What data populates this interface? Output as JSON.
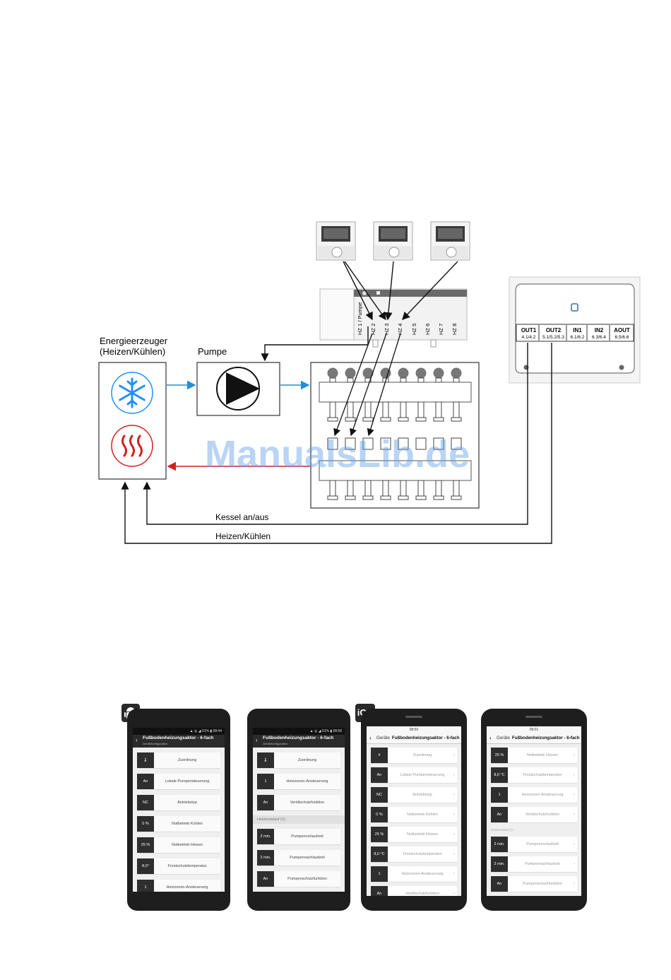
{
  "diagram": {
    "generator_label_line1": "Energieerzeuger",
    "generator_label_line2": "(Heizen/Kühlen)",
    "pump_label": "Pumpe",
    "actuator_channels": [
      "HZ 1 / Pumpe",
      "HZ 2",
      "HZ 3",
      "HZ 4",
      "HZ 5",
      "HZ 6",
      "HZ 7",
      "HZ 8"
    ],
    "ioboard_terminals": [
      {
        "name": "OUT1",
        "pins": "4.1/4.2"
      },
      {
        "name": "OUT2",
        "pins": "5.1/5.2/5.3"
      },
      {
        "name": "IN1",
        "pins": "6.1/6.2"
      },
      {
        "name": "IN2",
        "pins": "6.3/6.4"
      },
      {
        "name": "AOUT",
        "pins": "6.5/6.6"
      }
    ],
    "line_boiler": "Kessel an/aus",
    "line_mode": "Heizen/Kühlen",
    "watermark": "ManualsLib.de",
    "colors": {
      "flow": "#1f8fd8",
      "return": "#d42020",
      "ice": "#1e90ff",
      "heat": "#d42020"
    }
  },
  "badges": {
    "android": "android-icon",
    "ios": "iOS"
  },
  "phones": [
    {
      "os": "android",
      "status": "▲ ◎ ◢ 91% ▮ 08:44",
      "title": "Fußbodenheizungsaktor - 6-fach",
      "subtitle": "Gerätekonfiguration",
      "rows": [
        {
          "value": "🌡",
          "label": "Zuordnung"
        },
        {
          "value": "An",
          "label": "Lokale Pumpensteuerung"
        },
        {
          "value": "NC",
          "label": "Antriebstyp"
        },
        {
          "value": "0 %",
          "label": "Notbetrieb Kühlen"
        },
        {
          "value": "25 %",
          "label": "Notbetrieb Heizen"
        },
        {
          "value": "8,0°",
          "label": "Frostschutztemperatur"
        },
        {
          "value": "1",
          "label": "Heizzonen-Ansteuerung"
        }
      ]
    },
    {
      "os": "android",
      "status": "▲ ◎ ◢ 91% ▮ 08:58",
      "title": "Fußbodenheizungsaktor - 6-fach",
      "subtitle": "Gerätekonfiguration",
      "rows": [
        {
          "value": "🌡",
          "label": "Zuordnung"
        },
        {
          "value": "1",
          "label": "Heizzonen-Ansteuerung"
        },
        {
          "value": "An",
          "label": "Ventilschutzfunktion"
        },
        {
          "section": "Heizkreislauf (1)"
        },
        {
          "value": "2 min.",
          "label": "Pumpenvorlaufzeit"
        },
        {
          "value": "2 min.",
          "label": "Pumpennachlaufzeit"
        },
        {
          "value": "An",
          "label": "Pumpenschutzfunktion"
        }
      ]
    },
    {
      "os": "ios",
      "status": "08:50",
      "back": "Geräte",
      "title": "Fußbodenheizungsaktor - 6-fach",
      "rows": [
        {
          "value": "#",
          "label": "Zuordnung"
        },
        {
          "value": "An",
          "label": "Lokale Pumpensteuerung"
        },
        {
          "value": "NC",
          "label": "Antriebstyp"
        },
        {
          "value": "0 %",
          "label": "Notbetrieb Kühlen"
        },
        {
          "value": "25 %",
          "label": "Notbetrieb Heizen"
        },
        {
          "value": "8,0 °C",
          "label": "Frostschutztemperatur"
        },
        {
          "value": "1",
          "label": "Heizzonen-Ansteuerung"
        },
        {
          "value": "An",
          "label": "Ventilschutzfunktion"
        }
      ]
    },
    {
      "os": "ios",
      "status": "09:01",
      "back": "Geräte",
      "title": "Fußbodenheizungsaktor - 6-fach",
      "rows": [
        {
          "value": "25 %",
          "label": "Notbetrieb Heizen"
        },
        {
          "value": "8,0 °C",
          "label": "Frostschutztemperatur"
        },
        {
          "value": "1",
          "label": "Heizzonen-Ansteuerung"
        },
        {
          "value": "An",
          "label": "Ventilschutzfunktion"
        },
        {
          "section": "Heizkreislauf (1)"
        },
        {
          "value": "2 min.",
          "label": "Pumpenvorlaufzeit"
        },
        {
          "value": "2 min.",
          "label": "Pumpennachlaufzeit"
        },
        {
          "value": "An",
          "label": "Pumpenschutzfunktion"
        }
      ]
    }
  ]
}
